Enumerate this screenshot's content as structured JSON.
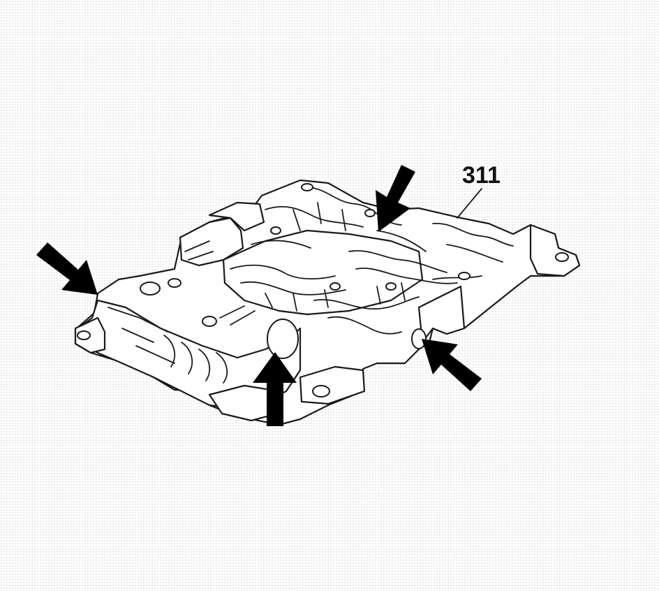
{
  "callout": {
    "label": "311"
  },
  "colors": {
    "ink": "#111111",
    "paper": "#ffffff",
    "arrow": "#000000"
  },
  "arrows": [
    {
      "name": "arrow-left",
      "direction": "down-right"
    },
    {
      "name": "arrow-top",
      "direction": "down-left"
    },
    {
      "name": "arrow-bottom",
      "direction": "up"
    },
    {
      "name": "arrow-right",
      "direction": "up-left"
    }
  ]
}
